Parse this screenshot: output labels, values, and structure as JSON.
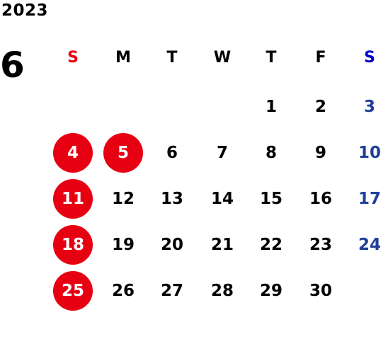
{
  "calendar": {
    "year": "2023",
    "month": "6",
    "weekdays": [
      "S",
      "M",
      "T",
      "W",
      "T",
      "F",
      "S"
    ],
    "weeks": [
      [
        "",
        "",
        "",
        "",
        "1",
        "2",
        "3"
      ],
      [
        "4",
        "5",
        "6",
        "7",
        "8",
        "9",
        "10"
      ],
      [
        "11",
        "12",
        "13",
        "14",
        "15",
        "16",
        "17"
      ],
      [
        "18",
        "19",
        "20",
        "21",
        "22",
        "23",
        "24"
      ],
      [
        "25",
        "26",
        "27",
        "28",
        "29",
        "30",
        ""
      ]
    ],
    "highlighted_days": [
      "4",
      "5",
      "11",
      "18",
      "25"
    ]
  },
  "colors": {
    "sunday": "#e60012",
    "saturday_header": "#0000cc",
    "saturday_day": "#1f3f99",
    "weekday": "#000000",
    "highlight_circle": "#e60012",
    "highlight_text": "#ffffff"
  }
}
